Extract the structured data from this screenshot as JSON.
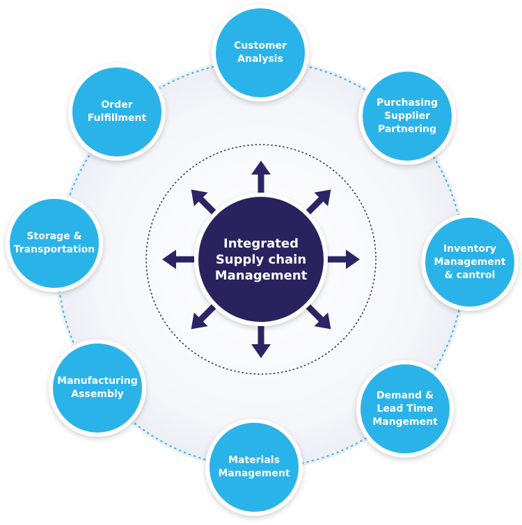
{
  "hub": {
    "label": "Integrated\nSupply chain\nManagement"
  },
  "nodes": [
    {
      "label": "Customer\nAnalysis"
    },
    {
      "label": "Purchasing\nSupplier\nPartnering"
    },
    {
      "label": "Inventory\nManagement\n& cantrol"
    },
    {
      "label": "Demand &\nLead Time\nMangement"
    },
    {
      "label": "Materials\nManagement"
    },
    {
      "label": "Manufacturing\nAssembly"
    },
    {
      "label": "Storage &\nTransportation"
    },
    {
      "label": "Order\nFulfillment"
    }
  ],
  "colors": {
    "node_fill": "#2ab3e8",
    "node_ring": "#ffffff",
    "hub_fill": "#2a225f",
    "hub_ring": "#ffffff",
    "arrow": "#2b2566",
    "background_disc": "#f3f4f9",
    "outer_dots": "#2ab3e8",
    "inner_dots": "#333333"
  }
}
